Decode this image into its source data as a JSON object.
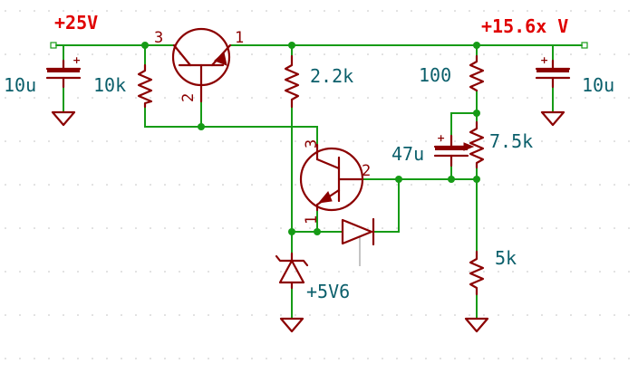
{
  "nets": {
    "input_rail": "+25V",
    "output_rail": "+15.6x V"
  },
  "components": {
    "c_in": "10u",
    "r_base": "10k",
    "r_collector": "2.2k",
    "r_top": "100",
    "c_output": "10u",
    "r_pot": "7.5k",
    "c_pot": "47u",
    "r_bottom": "5k",
    "zener": "+5V6"
  },
  "pins": {
    "q1_collector": "3",
    "q1_base": "2",
    "q1_emitter": "1",
    "q2_collector": "3",
    "q2_base": "2",
    "q2_emitter": "1"
  },
  "polarity": {
    "plus": "+"
  },
  "colors": {
    "wire": "#169b16",
    "component": "#8b0000",
    "value_text": "#0b5f6b",
    "rail_text": "#e00000",
    "grid_dot": "#c0c0c0"
  }
}
